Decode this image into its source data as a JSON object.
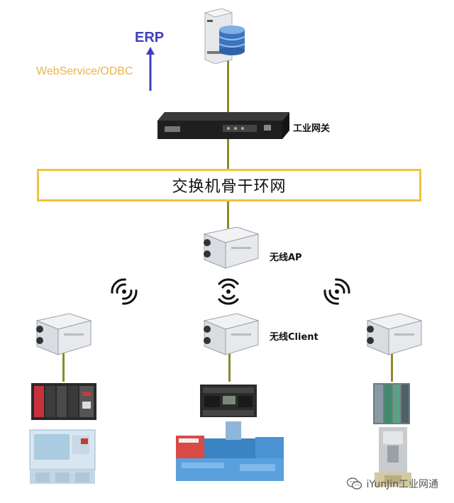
{
  "labels": {
    "erp": "ERP",
    "protocol": "WebService/ODBC",
    "gateway": "工业网关",
    "backbone": "交换机骨干环网",
    "wireless_ap": "无线AP",
    "wireless_client": "无线Client"
  },
  "watermark": "iYunJin工业网通",
  "colors": {
    "arrow": "#3f3fbf",
    "protocol_text": "#e8b54a",
    "backbone_border": "#f0c33a",
    "link_line": "#8b8a2a"
  },
  "icons": [
    "server-icon",
    "gateway-icon",
    "wireless-ap-icon",
    "wifi-signal-icon",
    "wireless-client-icon",
    "plc-icon",
    "machine-icon",
    "wechat-icon"
  ]
}
